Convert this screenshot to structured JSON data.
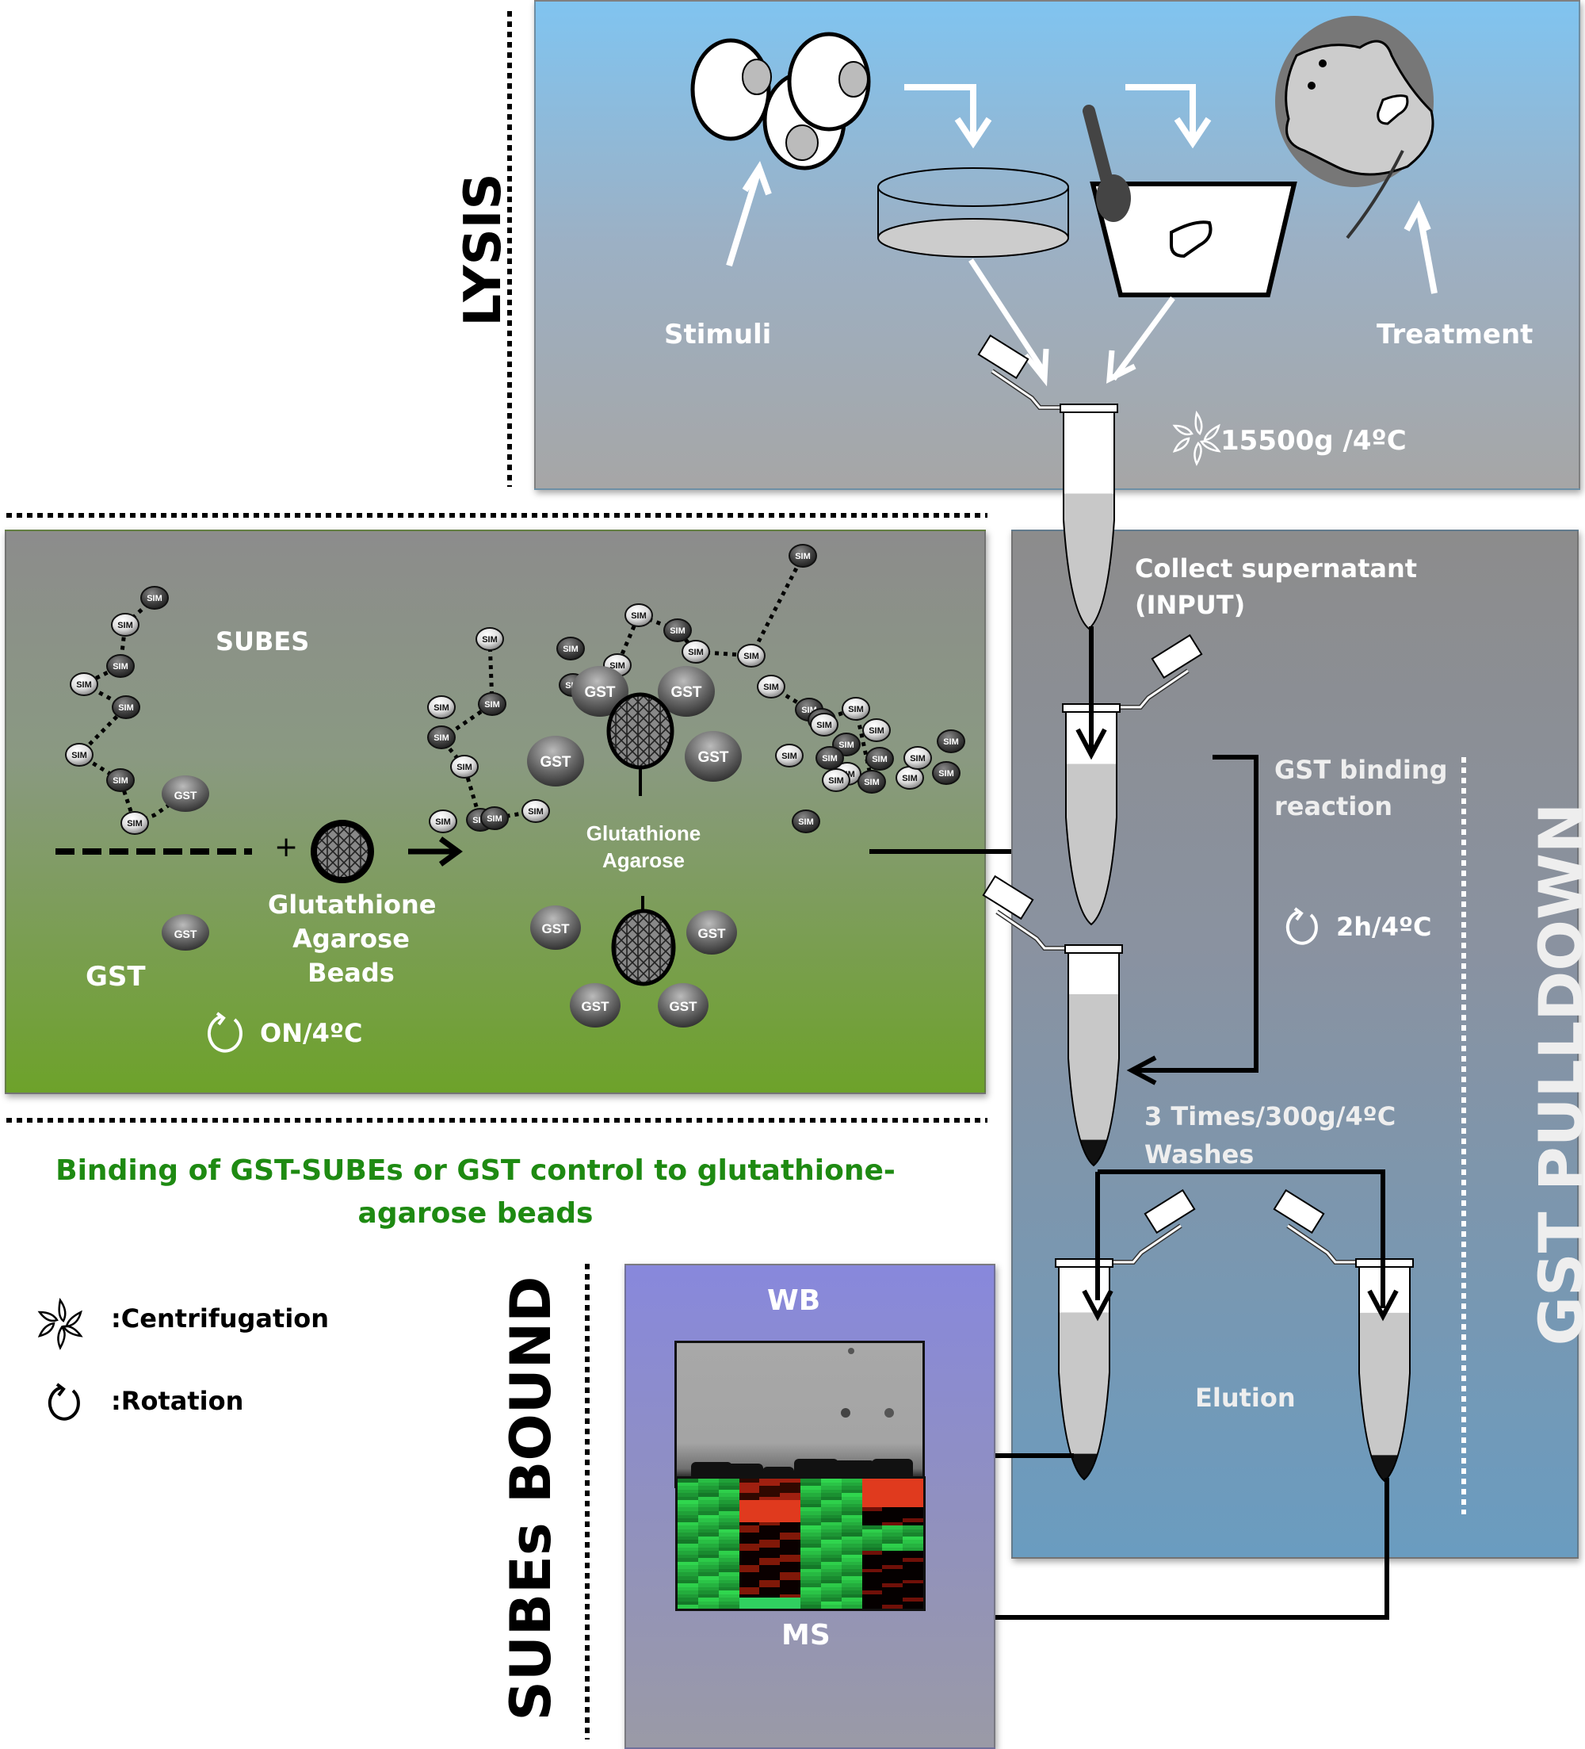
{
  "sections": {
    "lysis": {
      "title": "LYSIS",
      "stimuli_label": "Stimuli",
      "treatment_label": "Treatment",
      "centrifuge_label": "15500g /4ºC"
    },
    "binding": {
      "subes_label": "SUBES",
      "gst_label": "GST",
      "beads_label_line1": "Glutathione",
      "beads_label_line2": "Agarose",
      "beads_label_line3": "Beads",
      "complex_label_line1": "Glutathione",
      "complex_label_line2": "Agarose",
      "rotation_label": "ON/4ºC",
      "plus_sign": "+",
      "sim_bead_label": "SIM",
      "gst_bead_label": "GST",
      "caption_line1": "Binding of GST-SUBEs or GST control to glutathione-",
      "caption_line2": "agarose beads",
      "caption_color": "#1e8a12"
    },
    "pulldown": {
      "title": "GST PULLDOWN",
      "collect_line1": "Collect supernatant",
      "collect_line2": "(INPUT)",
      "binding_line1": "GST binding",
      "binding_line2": "reaction",
      "binding_rotation": "2h/4ºC",
      "washes_line1": "3 Times/300g/4ºC",
      "washes_line2": "Washes",
      "elution_label": "Elution"
    },
    "results": {
      "title": "SUBEs BOUND",
      "wb_label": "WB",
      "ms_label": "MS"
    }
  },
  "legend": {
    "items": [
      {
        "icon": "centrifugation-icon",
        "label": ":Centrifugation"
      },
      {
        "icon": "rotation-icon",
        "label": ":Rotation"
      }
    ]
  },
  "colors": {
    "lysis_top": "#80c4f0",
    "binding_bottom": "#6da22a",
    "pulldown_bottom": "#6a9cc0",
    "results_top": "#8888dc",
    "heatmap_red": "#e03a1e",
    "heatmap_green": "#22b040"
  }
}
